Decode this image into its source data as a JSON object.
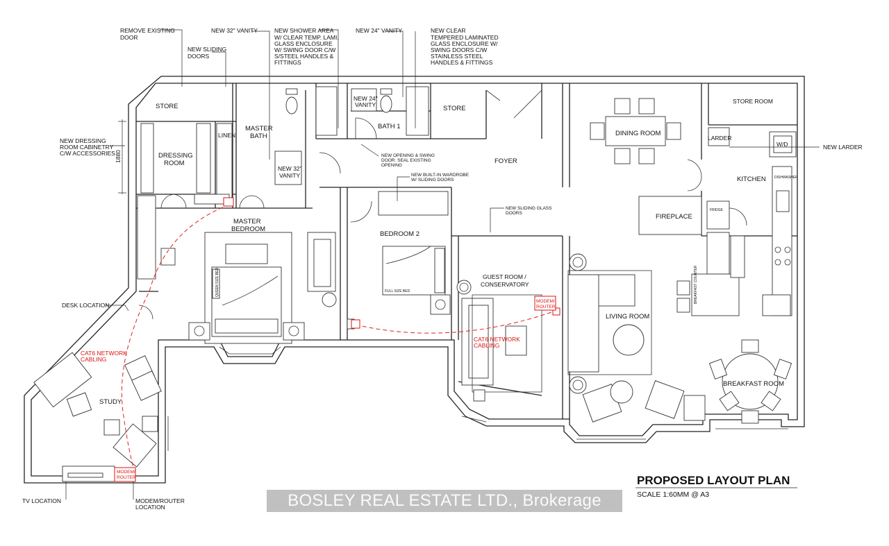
{
  "plan": {
    "title": "PROPOSED LAYOUT PLAN",
    "scale": "SCALE 1:60MM @ A3",
    "dimension": "1880"
  },
  "rooms": {
    "store_left": "STORE",
    "dressing_room_1": "DRESSING",
    "dressing_room_2": "ROOM",
    "linen": "LINEN",
    "master_bath_1": "MASTER",
    "master_bath_2": "BATH",
    "vanity32_1": "NEW 32\"",
    "vanity32_2": "VANITY",
    "vanity24_1": "NEW 24\"",
    "vanity24_2": "VANITY",
    "bath1": "BATH 1",
    "store_mid": "STORE",
    "foyer": "FOYER",
    "dining_room": "DINING ROOM",
    "store_room": "STORE ROOM",
    "larder": "LARDER",
    "wd": "W/D",
    "kitchen": "KITCHEN",
    "fireplace": "FIREPLACE",
    "master_bedroom_1": "MASTER",
    "master_bedroom_2": "BEDROOM",
    "bedroom2": "BEDROOM 2",
    "guest_room_1": "GUEST ROOM /",
    "guest_room_2": "CONSERVATORY",
    "living_room": "LIVING ROOM",
    "breakfast_room": "BREAKFAST ROOM",
    "study": "STUDY",
    "full_size_bed": "FULL SIZE BED",
    "queen_size_bed": "QUEEN SIZE BED",
    "dishwasher": "DISHWASHER",
    "fridge": "FRIDGE",
    "breakfast_counter": "BREAKFAST COUNTER"
  },
  "notes": {
    "remove_door_1": "REMOVE EXISTING",
    "remove_door_2": "DOOR",
    "new_sliding_1": "NEW SLIDING",
    "new_sliding_2": "DOORS",
    "new_32_vanity": "NEW 32\" VANITY",
    "shower_1": "NEW SHOWER AREA",
    "shower_2": "W/ CLEAR TEMP. LAMI.",
    "shower_3": "GLASS ENCLOSURE",
    "shower_4": "W/ SWING DOOR C/W",
    "shower_5": "S/STEEL HANDLES &",
    "shower_6": "FITTINGS",
    "new_24_vanity": "NEW 24\" VANITY",
    "clear_1": "NEW CLEAR",
    "clear_2": "TEMPERED LAMINATED",
    "clear_3": "GLASS ENCLOSURE W/",
    "clear_4": "SWING DOORS C/W",
    "clear_5": "STAINLESS STEEL",
    "clear_6": "HANDLES & FITTINGS",
    "dressing_cab_1": "NEW DRESSING",
    "dressing_cab_2": "ROOM CABINETRY",
    "dressing_cab_3": "C/W ACCESSORIES",
    "new_opening_1": "NEW OPENING & SWING",
    "new_opening_2": "DOOR. SEAL EXISTING",
    "new_opening_3": "OPENING",
    "wardrobe_1": "NEW BUILT-IN WARDROBE",
    "wardrobe_2": "W/ SLIDING DOORS",
    "glass_doors_1": "NEW SLIDING GLASS",
    "glass_doors_2": "DOORS",
    "new_larder": "NEW LARDER",
    "desk_location": "DESK LOCATION",
    "tv_location": "TV LOCATION",
    "modem_loc_1": "MODEM/ROUTER",
    "modem_loc_2": "LOCATION",
    "cat6_1": "CAT6 NETWORK",
    "cat6_2": "CABLING",
    "modem_1": "MODEM/",
    "modem_2": "ROUTER"
  },
  "watermark": "BOSLEY REAL ESTATE LTD., Brokerage",
  "colors": {
    "cable": "#e02020",
    "line": "#222222",
    "watermark_bg": "#8c8c8c"
  }
}
